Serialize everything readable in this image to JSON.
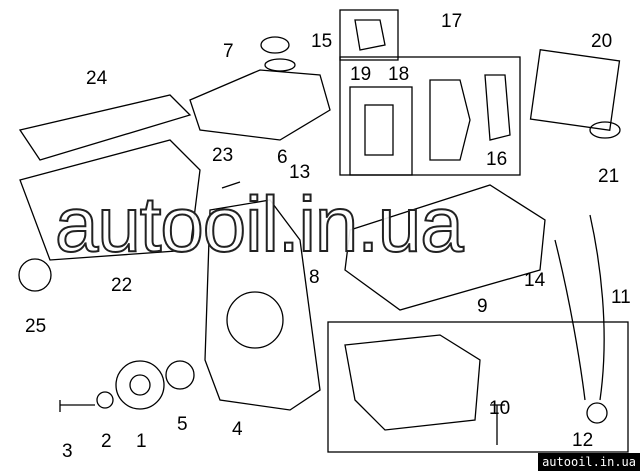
{
  "callouts": [
    "1",
    "2",
    "3",
    "4",
    "5",
    "6",
    "7",
    "8",
    "9",
    "10",
    "11",
    "12",
    "13",
    "14",
    "15",
    "16",
    "17",
    "18",
    "19",
    "20",
    "21",
    "22",
    "23",
    "24",
    "25"
  ],
  "watermark": "autooil.in.ua",
  "badge": "autooil.in.ua"
}
